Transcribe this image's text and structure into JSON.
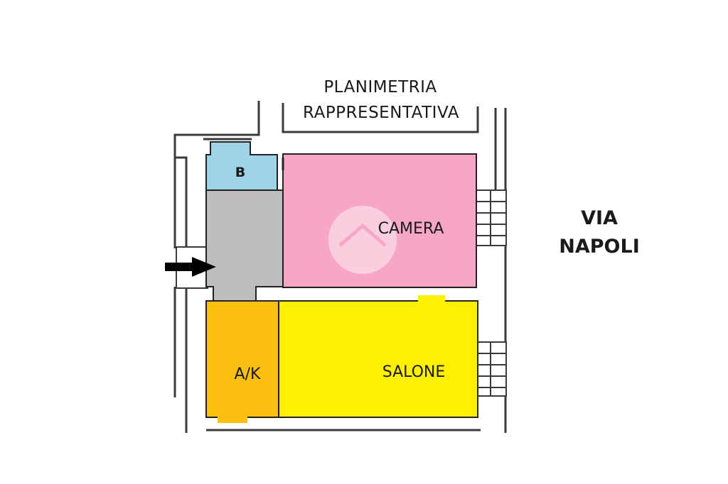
{
  "title": {
    "line1": "PLANIMETRIA",
    "line2": "RAPPRESENTATIVA"
  },
  "street": {
    "line1": "VIA",
    "line2": "NAPOLI"
  },
  "rooms": {
    "bathroom": {
      "label": "B",
      "color": "#9fd4e6"
    },
    "bedroom": {
      "label": "CAMERA",
      "color": "#f8a6c6"
    },
    "hallway": {
      "color": "#bdbdbd"
    },
    "kitchen": {
      "label": "A/K",
      "color": "#fbc00f"
    },
    "living_room": {
      "label": "SALONE",
      "color": "#fdf000"
    }
  },
  "icons": {
    "entrance": "entrance-arrow-icon",
    "watermark": "home-watermark-icon"
  }
}
